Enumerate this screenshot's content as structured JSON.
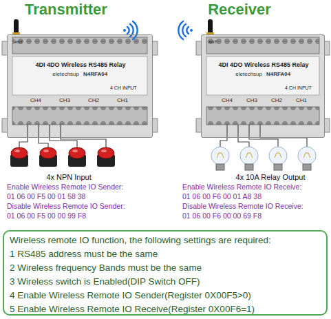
{
  "diagram": {
    "nodes": [
      {
        "text": [
          "Transmitter",
          "4DI 4DO Wireless RS485 Relay",
          "eletechsup",
          "N4RFA04"
        ]
      },
      {
        "text": [
          "Receiver",
          "4DI 4DO Wireless RS485 Relay",
          "eletechsup",
          "N4RFA04"
        ]
      },
      {
        "text": [
          "Wireless remote IO function, the following settings are required:",
          "1 RS485 address must be the same",
          "2 Wireless frequency Bands must be the same",
          "3 Wireless switch is Enabled(DIP Switch OFF)",
          "4 Enable Wireless Remote IO Sender(Register 0X00F5>0)",
          "5 Enable Wireless Remote IO Receive(Register 0X00F6=1)"
        ]
      }
    ],
    "labels": [
      "ANT",
      "CH4",
      "CH3",
      "CH2",
      "CH1",
      "4 CH INPUT",
      "ANT",
      "CH4",
      "CH3",
      "CH2",
      "CH1",
      "4 CH INPUT",
      "4x NPN Input",
      "Enable Wireless Remote IO Sender:",
      "01 06 00 F5 00 01 58 38",
      "Disable Wireless Remote IO Sender:",
      "01 06 00 F5 00 00 99 F8",
      "4x 10A Relay Output",
      "Enable Wireless Remote IO Receive:",
      "01 06 00 F6 00 01 A8 38",
      "Disable Wireless Remote IO Receive:",
      "01 06 00 F6 00 00 69 F8"
    ]
  }
}
